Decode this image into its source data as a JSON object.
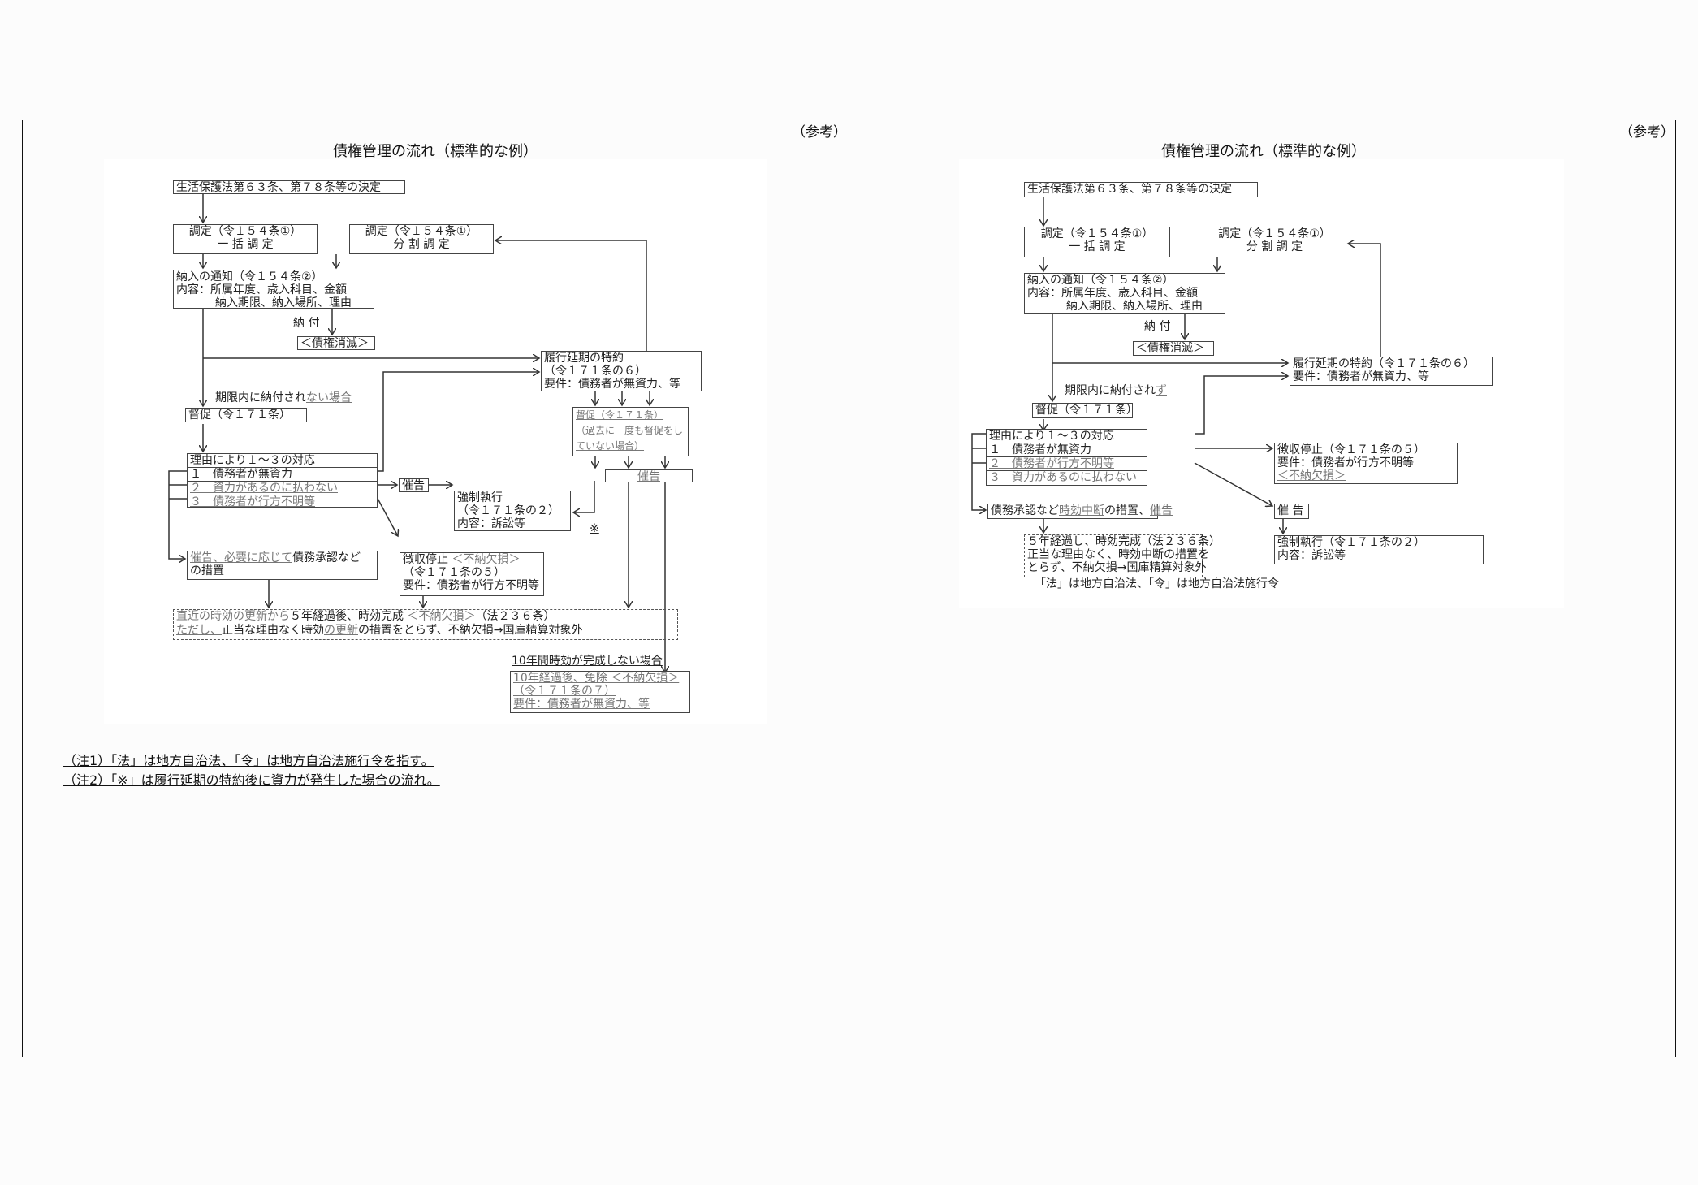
{
  "pages": [
    {
      "sanko": "（参考）",
      "title": "債権管理の流れ（標準的な例）",
      "chart": {
        "start": "生活保護法第６３条、第７８条等の決定",
        "ikkatsu": {
          "line1": "調定（令１５４条①）",
          "line2": "一 括 調 定"
        },
        "bunkatsu": {
          "line1": "調定（令１５４条①）",
          "line2": "分 割 調 定"
        },
        "notice": {
          "line1": "納入の通知（令１５４条②）",
          "line2": "内容：所属年度、歳入科目、金額",
          "line3": "納入期限、納入場所、理由"
        },
        "payment_label": "納 付",
        "extinguished": "＜債権消滅＞",
        "deferral": {
          "line1": "履行延期の特約",
          "line2": "（令１７１条の６）",
          "line3": "要件：債務者が無資力、等"
        },
        "unpaid_label_a": "期限内に納付され",
        "unpaid_label_b": "ない場合",
        "demand": "督促（令１７１条）",
        "demand2": {
          "line1": "督促（令１７１条）",
          "line2": "（過去に一度も督促をし",
          "line3": "ていない場合）"
        },
        "notice2": "催告",
        "reasons": {
          "header": "理由により１～３の対応",
          "items": [
            "１　債務者が無資力",
            "２　資力があるのに払わない",
            "３　債務者が行方不明等"
          ]
        },
        "notice_small": "催告",
        "enforcement": {
          "line1": "強制執行",
          "line2": "（令１７１条の２）",
          "line3": "内容：訴訟等"
        },
        "kome": "※",
        "measures": {
          "gray": "催告、必要に応じて",
          "rest": "債務承認など",
          "line2": "の措置"
        },
        "suspension": {
          "line1a": "徴収停止",
          "line1b": "＜不納欠損＞",
          "line2": "（令１７１条の５）",
          "line3": "要件：債務者が行方不明等"
        },
        "prescription": {
          "l1_gray": "直近の時効の更新から",
          "l1_mid": "５年経過後、時効完成",
          "l1_tag": "＜不納欠損＞",
          "l1_end": "（法２３６条）",
          "l2_gray": "ただし、",
          "l2_a": "正当な理由なく時効",
          "l2_gray2": "の更新",
          "l2_b": "の措置をとらず、不納欠損→国庫精算対象外"
        },
        "ten_year_label": "10年間時効が完成しない場合",
        "exemption": {
          "line1": "10年経過後、免除 ＜不納欠損＞",
          "line2": "（令１７１条の７）",
          "line3": "要件：債務者が無資力、等"
        }
      },
      "notes": [
        "（注1）「法」は地方自治法、「令」は地方自治法施行令を指す。",
        "（注2）「※」は履行延期の特約後に資力が発生した場合の流れ。"
      ]
    },
    {
      "sanko": "（参考）",
      "title": "債権管理の流れ（標準的な例）",
      "chart": {
        "start": "生活保護法第６３条、第７８条等の決定",
        "ikkatsu": {
          "line1": "調定（令１５４条①）",
          "line2": "一 括 調 定"
        },
        "bunkatsu": {
          "line1": "調定（令１５４条①）",
          "line2": "分 割 調 定"
        },
        "notice": {
          "line1": "納入の通知（令１５４条②）",
          "line2": "内容：所属年度、歳入科目、金額",
          "line3": "納入期限、納入場所、理由"
        },
        "payment_label": "納 付",
        "extinguished": "＜債権消滅＞",
        "deferral": {
          "line1": "履行延期の特約（令１７１条の６）",
          "line2": "要件：債務者が無資力、等"
        },
        "unpaid_label_a": "期限内に納付され",
        "unpaid_label_b": "ず",
        "demand": "督促（令１７１条）",
        "reasons": {
          "header": "理由により１～３の対応",
          "items": [
            "１　債務者が無資力",
            "２　債務者が行方不明等",
            "３　資力があるのに払わない"
          ]
        },
        "suspension": {
          "line1": "徴収停止（令１７１条の５）",
          "line2": "要件：債務者が行方不明等",
          "line3": "＜不納欠損＞"
        },
        "measures": {
          "a": "債務承認など",
          "gray": "時効中断",
          "b": "の措置、",
          "gray2": "催告"
        },
        "notice_small": "催 告",
        "prescription": {
          "line1": "５年経過し、時効完成（法２３６条）",
          "line2": "正当な理由なく、時効中断の措置を",
          "line3": "とらず、不納欠損→国庫精算対象外"
        },
        "enforcement": {
          "line1": "強制執行（令１７１条の２）",
          "line2": "内容：訴訟等"
        },
        "footnote": "「法」は地方自治法、「令」は地方自治法施行令"
      }
    }
  ]
}
